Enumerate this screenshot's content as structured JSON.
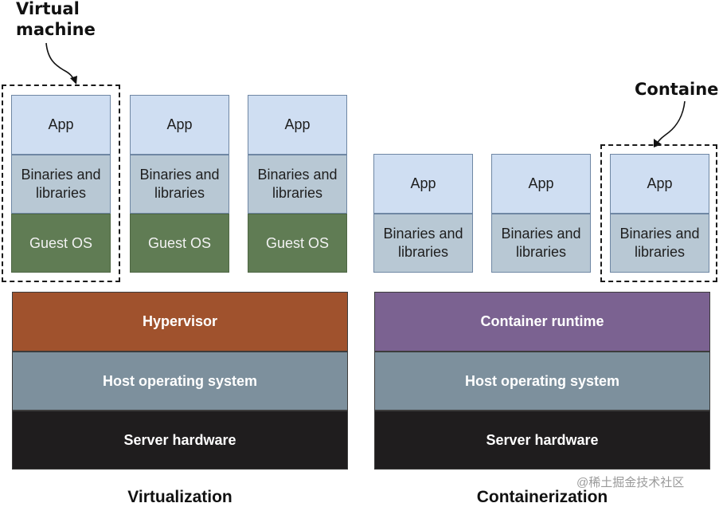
{
  "virtualization": {
    "callout": "Virtual\nmachine",
    "vms": [
      {
        "app": "App",
        "binaries": "Binaries and\nlibraries",
        "os": "Guest OS"
      },
      {
        "app": "App",
        "binaries": "Binaries and\nlibraries",
        "os": "Guest OS"
      },
      {
        "app": "App",
        "binaries": "Binaries and\nlibraries",
        "os": "Guest OS"
      }
    ],
    "hypervisor": "Hypervisor",
    "host_os": "Host operating system",
    "hardware": "Server hardware",
    "caption": "Virtualization"
  },
  "containerization": {
    "callout": "Container",
    "containers": [
      {
        "app": "App",
        "binaries": "Binaries and\nlibraries"
      },
      {
        "app": "App",
        "binaries": "Binaries and\nlibraries"
      },
      {
        "app": "App",
        "binaries": "Binaries and\nlibraries"
      }
    ],
    "runtime": "Container runtime",
    "host_os": "Host operating system",
    "hardware": "Server hardware",
    "caption": "Containerization"
  },
  "watermark": "@稀土掘金技术社区",
  "colors": {
    "app": "#cfdef2",
    "binaries": "#b8c8d4",
    "guest_os": "#607c54",
    "hypervisor": "#a0522d",
    "container_runtime": "#7b6291",
    "host_os": "#7d909d",
    "hardware": "#1f1d1e"
  }
}
